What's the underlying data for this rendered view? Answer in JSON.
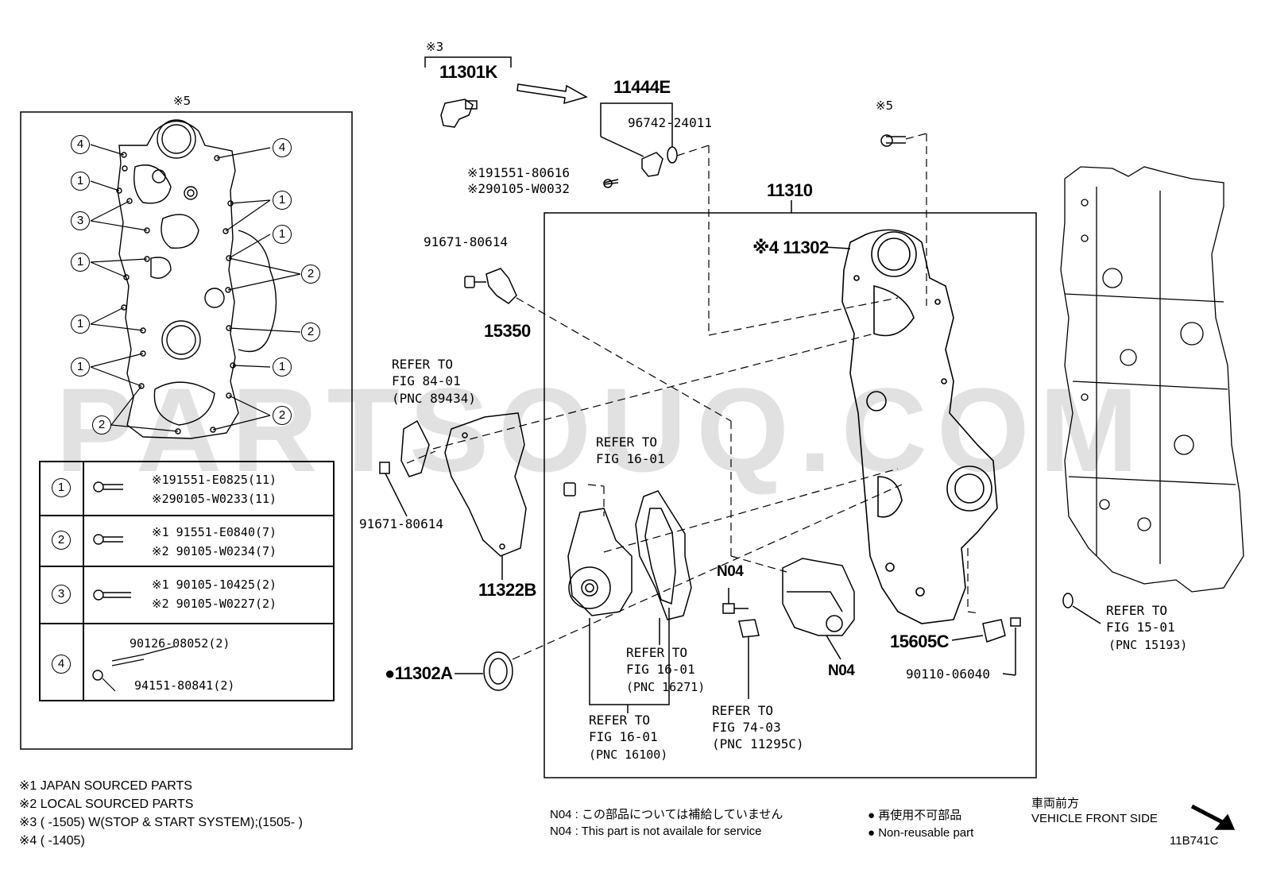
{
  "watermark": "PARTSOUQ.COM",
  "inset": {
    "title_mark": "※5",
    "circles_left": [
      "4",
      "1",
      "3",
      "1",
      "1",
      "1",
      "2"
    ],
    "circles_right": [
      "4",
      "1",
      "1",
      "2",
      "2",
      "1",
      "2"
    ],
    "legend_rows": [
      {
        "key": "1",
        "line1": "※191551-E0825(11)",
        "line2": "※290105-W0233(11)"
      },
      {
        "key": "2",
        "line1": "※1 91551-E0840(7)",
        "line2": "※2 90105-W0234(7)"
      },
      {
        "key": "3",
        "line1": "※1 90105-10425(2)",
        "line2": "※2 90105-W0227(2)"
      },
      {
        "key": "4",
        "line1": "90126-08052(2)",
        "line2": "94151-80841(2)"
      }
    ]
  },
  "labels": {
    "mark3": "※3",
    "p11301K": "11301K",
    "p11444E": "11444E",
    "p96742": "96742-24011",
    "bolt_a1": "※191551-80616",
    "bolt_a2": "※290105-W0032",
    "p11310": "11310",
    "mark5": "※5",
    "p11302": "※4 11302",
    "p91671a": "91671-80614",
    "p15350": "15350",
    "refer84_1": "REFER TO",
    "refer84_2": "FIG 84-01",
    "refer84_3": "(PNC 89434)",
    "p91671b": "91671-80614",
    "p11322B": "11322B",
    "refer16a_1": "REFER TO",
    "refer16a_2": "FIG 16-01",
    "p11302A": "●11302A",
    "n04a": "N04",
    "refer16b_1": "REFER TO",
    "refer16b_2": "FIG 16-01",
    "refer16b_3": "(PNC 16271)",
    "refer16c_1": "REFER TO",
    "refer16c_2": "FIG 16-01",
    "refer16c_3": "(PNC 16100)",
    "refer74_1": "REFER TO",
    "refer74_2": "FIG 74-03",
    "refer74_3": "(PNC 11295C)",
    "n04b": "N04",
    "p15605C": "15605C",
    "p90110": "90110-06040",
    "refer15_1": "REFER TO",
    "refer15_2": "FIG 15-01",
    "refer15_3": "(PNC 15193)"
  },
  "notes": {
    "n1": "※1 JAPAN SOURCED PARTS",
    "n2": "※2 LOCAL SOURCED PARTS",
    "n3": "※3 (        -1505) W(STOP & START SYSTEM);(1505-        )",
    "n4": "※4 (        -1405)",
    "n04_jp": "N04 : この部品については補給していません",
    "n04_en": "N04 :  This part is not availale for service",
    "nr_jp": "● 再使用不可部品",
    "nr_en": "● Non-reusable part",
    "front_jp": "車両前方",
    "front_en": "VEHICLE FRONT SIDE",
    "code": "11B741C"
  }
}
